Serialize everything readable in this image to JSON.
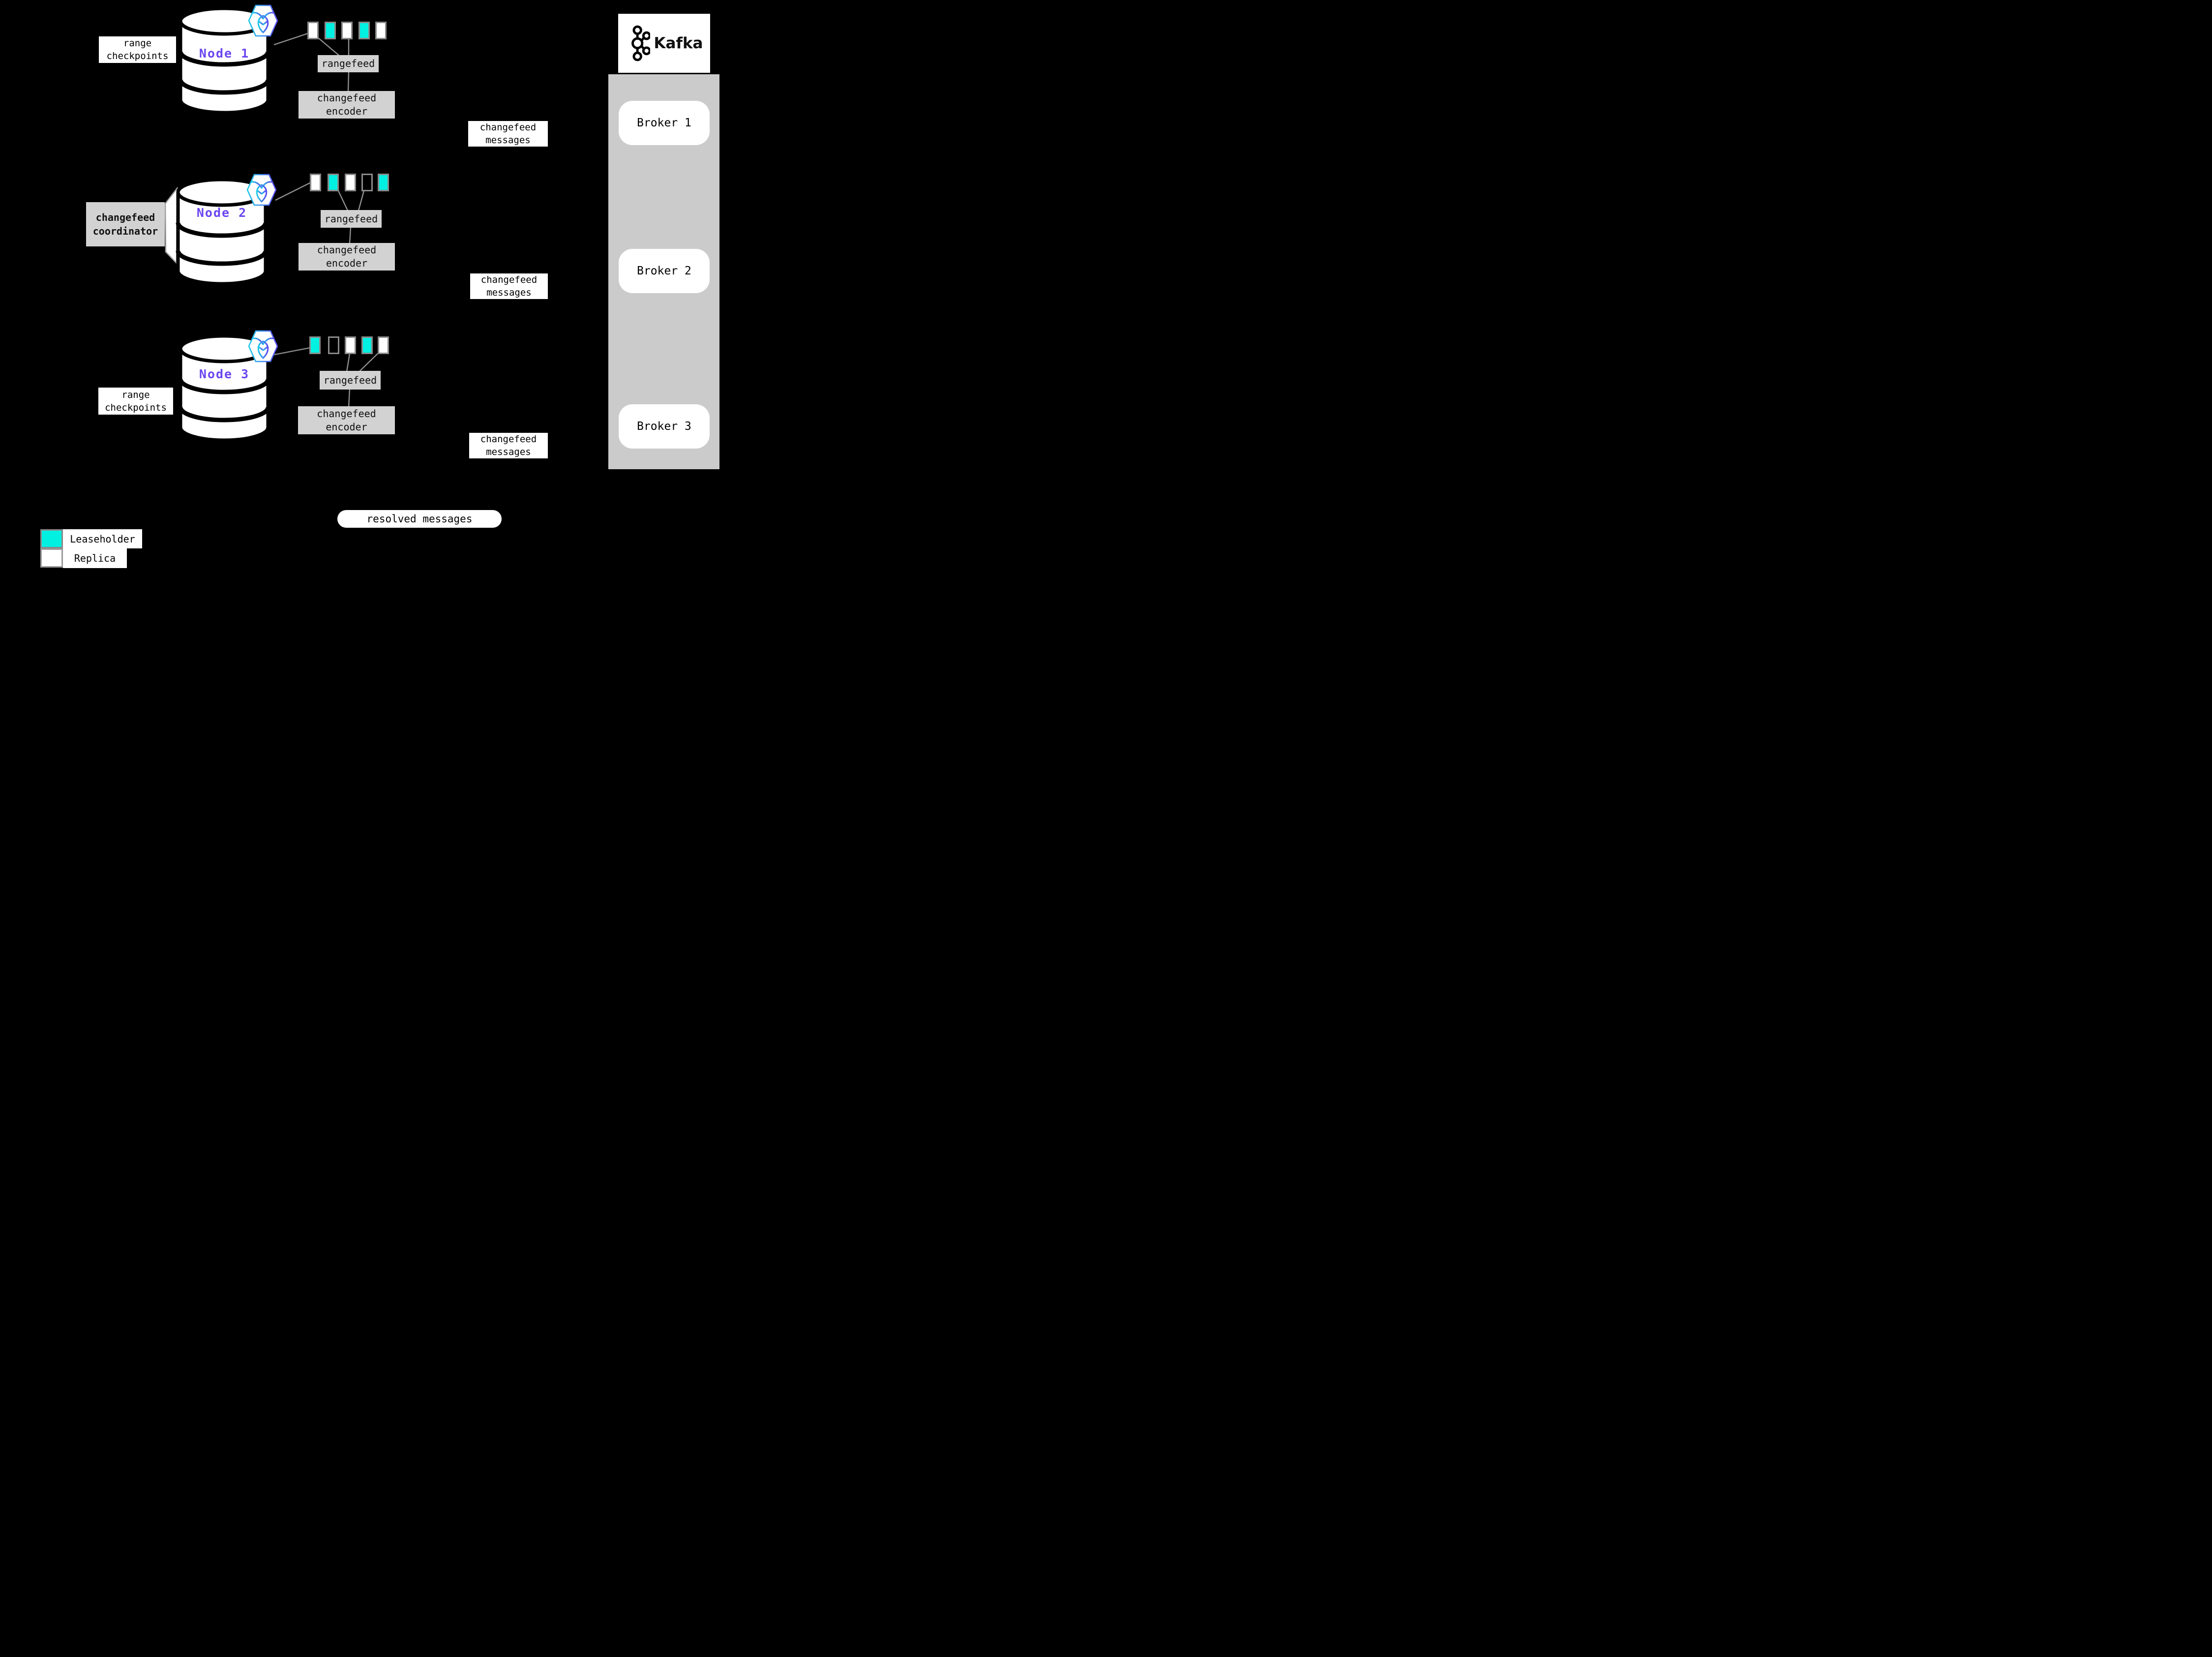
{
  "labels": {
    "range_checkpoints": "range checkpoints",
    "rangefeed": "rangefeed",
    "changefeed_encoder": "changefeed encoder",
    "changefeed_messages": "changefeed messages",
    "changefeed_coordinator": "changefeed coordinator",
    "resolved_messages": "resolved messages"
  },
  "nodes": [
    {
      "name": "Node 1",
      "ranges": [
        "replica",
        "leaseholder",
        "replica",
        "leaseholder",
        "replica"
      ]
    },
    {
      "name": "Node 2",
      "ranges": [
        "replica",
        "leaseholder",
        "replica",
        "empty",
        "leaseholder"
      ]
    },
    {
      "name": "Node 3",
      "ranges": [
        "leaseholder",
        "empty",
        "replica",
        "leaseholder",
        "replica"
      ]
    }
  ],
  "kafka": {
    "title": "Kafka",
    "brokers": [
      "Broker 1",
      "Broker 2",
      "Broker 3"
    ]
  },
  "legend": {
    "leaseholder": "Leaseholder",
    "replica": "Replica"
  },
  "colors": {
    "leaseholder": "#00F0E2",
    "replica": "#FFFFFF",
    "node_label": "#6B46F0",
    "kafka_panel": "#CBCBCB",
    "label_box": "#D2D2D2",
    "connector_line": "#8F8F8F",
    "background": "#000000"
  }
}
